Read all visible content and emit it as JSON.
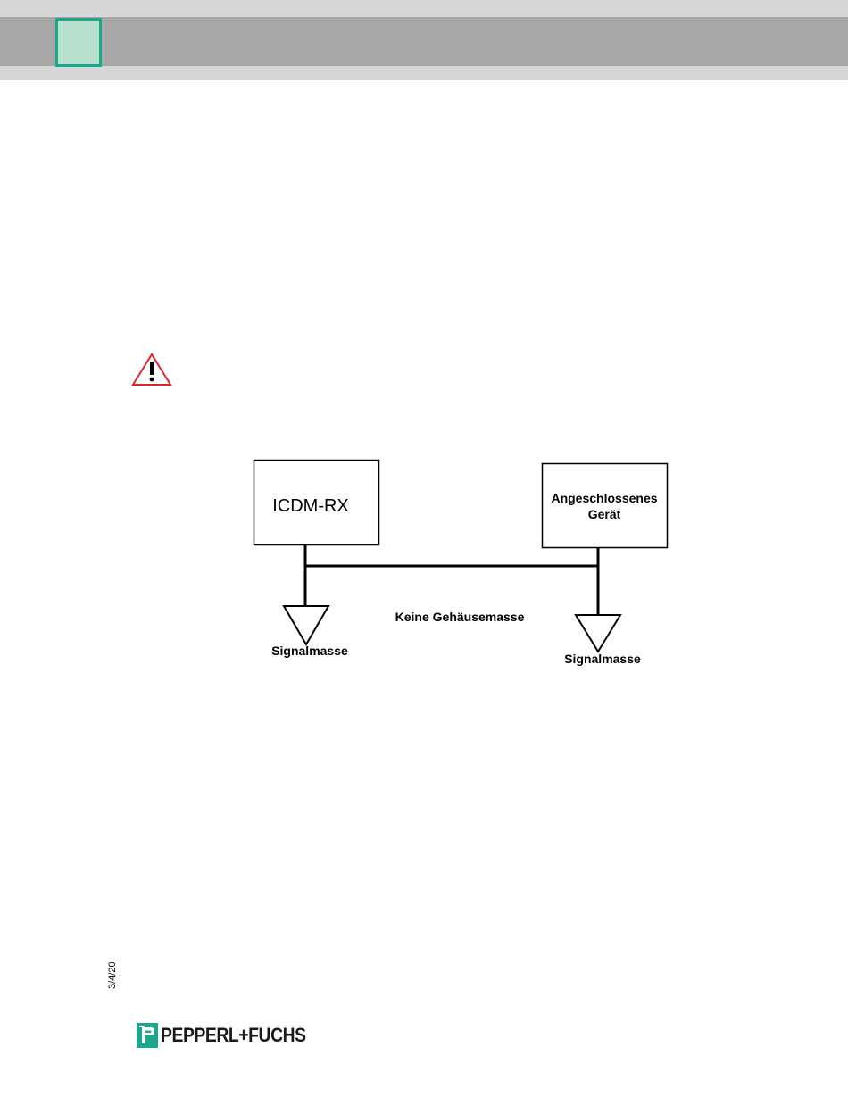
{
  "header": {
    "accent_color": "#1aa88d",
    "band_color": "#a8a6a7"
  },
  "warning": {
    "icon": "warning-triangle-icon",
    "color": "#e0242b"
  },
  "diagram": {
    "device_left_label": "ICDM-RX",
    "device_right_label_line1": "Angeschlossenes",
    "device_right_label_line2": "Gerät",
    "middle_label": "Keine Gehäusemasse",
    "ground_left_label": "Signalmasse",
    "ground_right_label": "Signalmasse"
  },
  "footer": {
    "date": "3/4/20",
    "logo_text": "PEPPERL+FUCHS",
    "logo_icon": "pepperl-fuchs-logo-icon"
  }
}
